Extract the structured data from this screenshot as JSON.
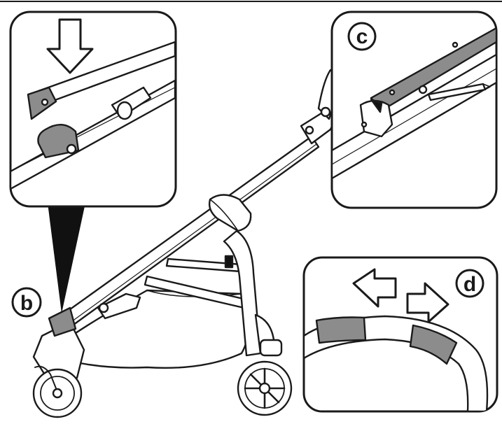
{
  "labels": {
    "b": "b",
    "c": "c",
    "d": "d"
  },
  "colors": {
    "ink": "#1a1a1a",
    "fill_grey": "#8c8c8c",
    "dark": "#111111",
    "paper": "#ffffff"
  },
  "icons": {
    "down_arrow": "down-arrow-icon",
    "left_arrow": "left-arrow-icon",
    "right_arrow": "right-arrow-icon"
  }
}
